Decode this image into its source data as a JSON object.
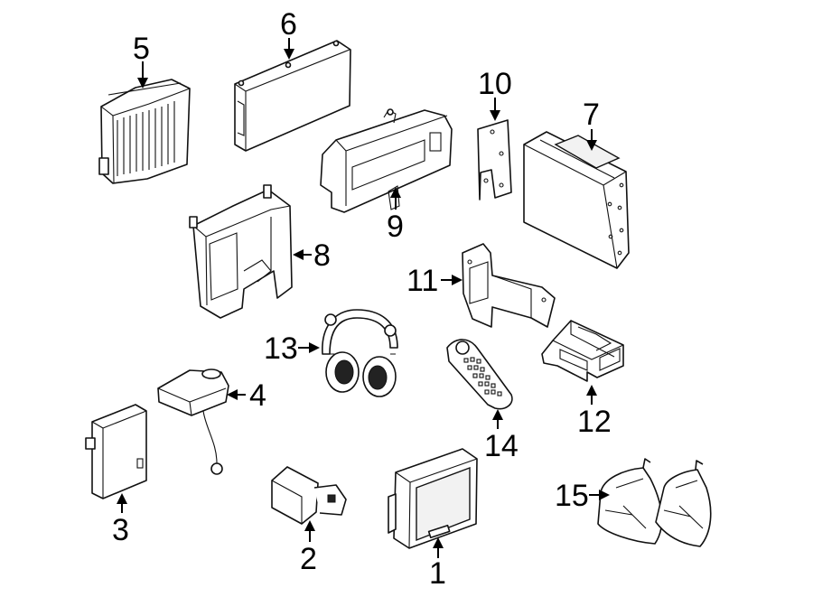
{
  "callouts": [
    {
      "id": "1",
      "part": "display-monitor"
    },
    {
      "id": "2",
      "part": "small-connector-module"
    },
    {
      "id": "3",
      "part": "control-module"
    },
    {
      "id": "4",
      "part": "antenna-module"
    },
    {
      "id": "5",
      "part": "amplifier"
    },
    {
      "id": "6",
      "part": "receiver-module"
    },
    {
      "id": "7",
      "part": "dvd-player"
    },
    {
      "id": "8",
      "part": "mounting-bracket"
    },
    {
      "id": "9",
      "part": "module-bracket"
    },
    {
      "id": "10",
      "part": "plate-bracket"
    },
    {
      "id": "11",
      "part": "support-bracket"
    },
    {
      "id": "12",
      "part": "player-bracket"
    },
    {
      "id": "13",
      "part": "headphones"
    },
    {
      "id": "14",
      "part": "remote-control"
    },
    {
      "id": "15",
      "part": "storage-bags"
    }
  ]
}
